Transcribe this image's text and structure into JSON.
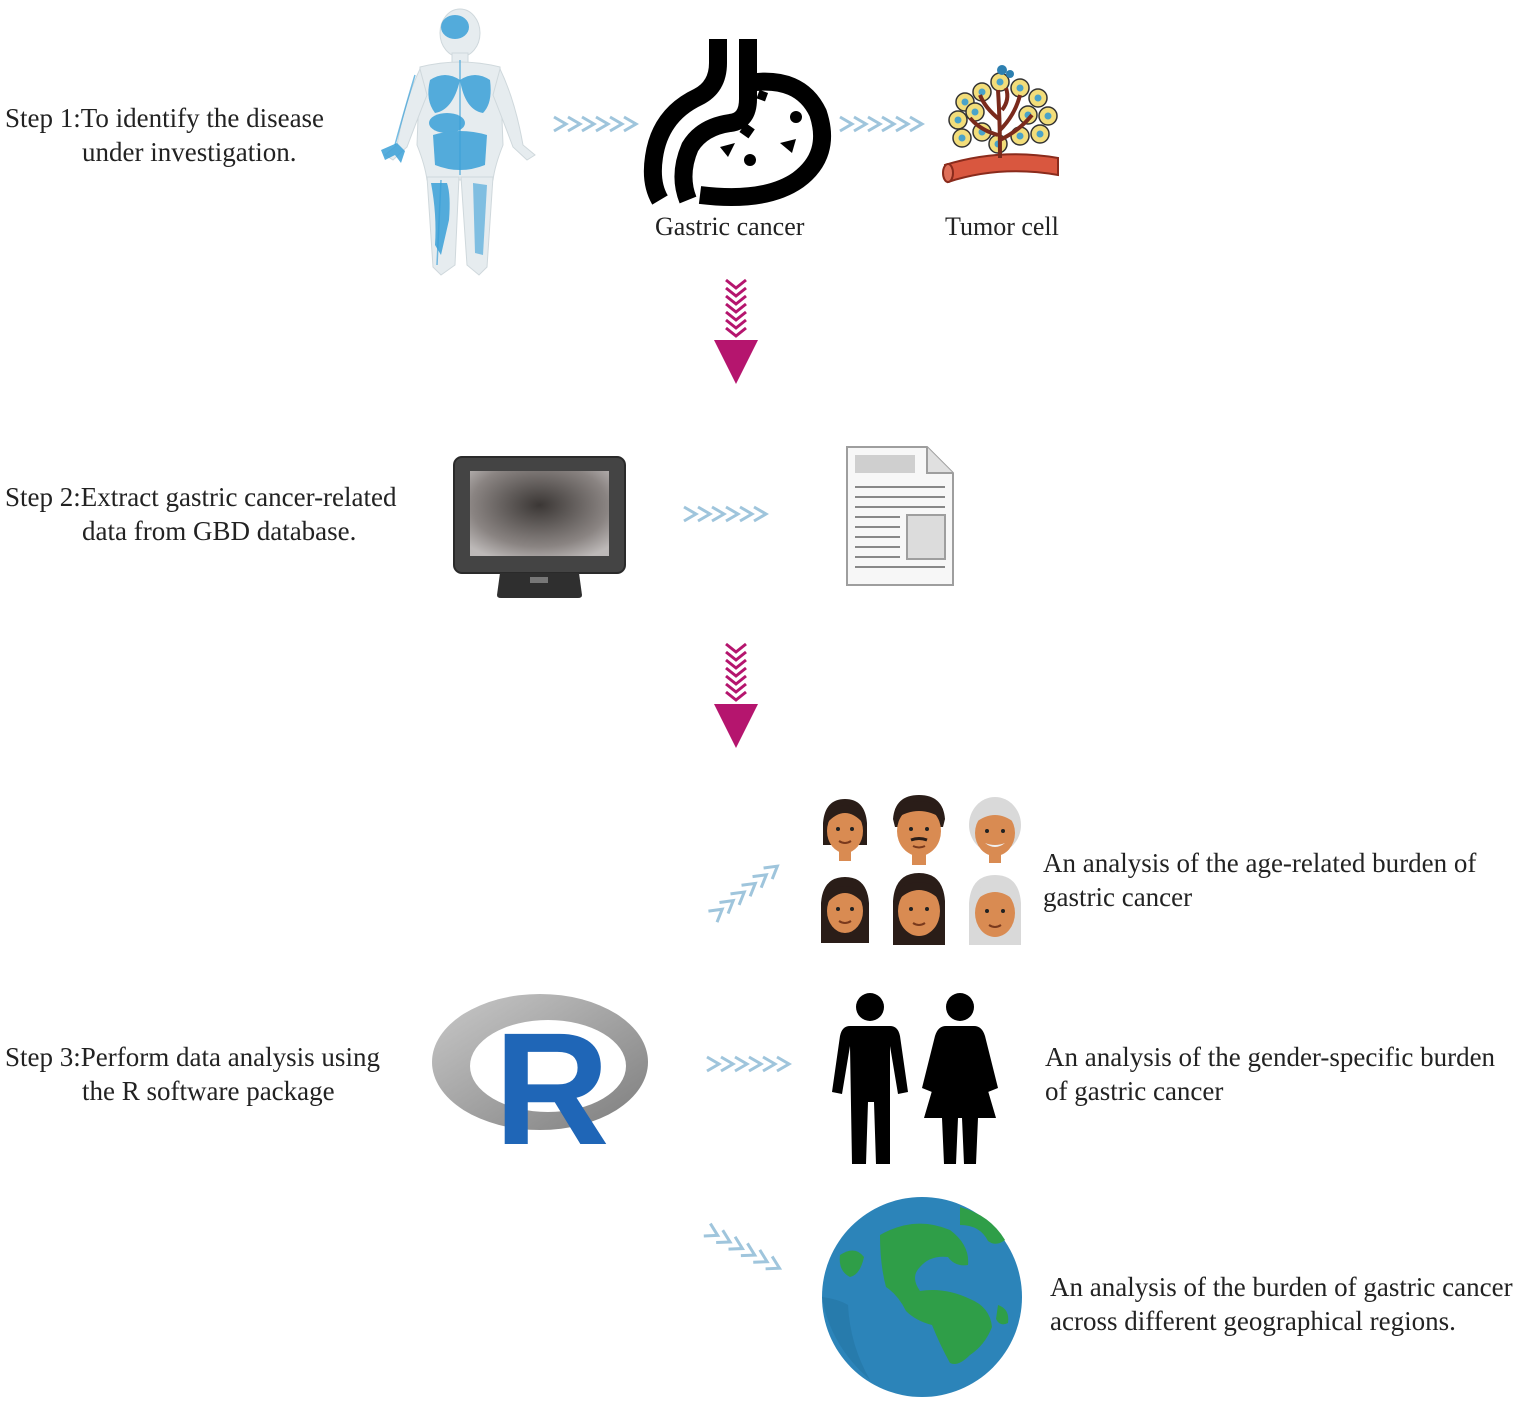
{
  "step1": {
    "line1": "Step 1:To identify the disease",
    "line2": "under investigation.",
    "label_gastric": "Gastric cancer",
    "label_tumor": "Tumor cell"
  },
  "step2": {
    "line1": "Step 2:Extract gastric cancer-related",
    "line2": "data from GBD database."
  },
  "step3": {
    "line1": "Step 3:Perform data analysis using",
    "line2": "the R software package",
    "logo_letter": "R",
    "age": {
      "line1": "An analysis of the age-related burden of",
      "line2": "gastric cancer"
    },
    "gender": {
      "line1": "An analysis of the gender-specific burden",
      "line2": "of gastric cancer"
    },
    "geo": {
      "line1": "An analysis of the burden of gastric cancer",
      "line2": "across different geographical regions."
    }
  },
  "colors": {
    "down_arrow": "#b5156e",
    "chevron": "#9fc5dc",
    "r_logo_blue": "#1f66b7",
    "r_logo_grey": "#9a9a9a",
    "globe_ocean": "#2c84b9",
    "globe_land": "#2f9e48",
    "body_blue": "#3aa0d8",
    "skin": "#d98b52"
  },
  "icons": [
    "human-anatomy-icon",
    "stomach-icon",
    "tumor-cell-icon",
    "monitor-icon",
    "document-icon",
    "faces-icon",
    "r-logo-icon",
    "man-woman-icon",
    "globe-icon"
  ]
}
